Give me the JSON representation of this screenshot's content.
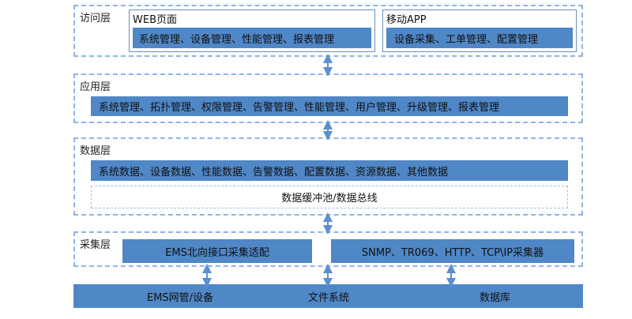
{
  "access_layer": {
    "title": "访问层",
    "web": {
      "title": "WEB页面",
      "content": "系统管理、设备管理、性能管理、报表管理"
    },
    "app": {
      "title": "移动APP",
      "content": "设备采集、工单管理、配置管理"
    }
  },
  "app_layer": {
    "title": "应用层",
    "content": "系统管理、拓扑管理、权限管理、告警管理、性能管理、用户管理、升级管理、报表管理"
  },
  "data_layer": {
    "title": "数据层",
    "content": "系统数据、设备数据、性能数据、告警数据、配置数据、资源数据、其他数据",
    "buffer": "数据缓冲池/数据总线"
  },
  "collect_layer": {
    "title": "采集层",
    "ems_adapter": "EMS北向接口采集适配",
    "protocol_collector": "SNMP、TR069、HTTP、TCP\\IP采集器"
  },
  "base": {
    "ems": "EMS网管/设备",
    "filesystem": "文件系统",
    "database": "数据库"
  },
  "colors": {
    "box_fill": "#4f87c7",
    "dashed_border": "#8eb4e3",
    "arrow": "#5b8fcf"
  }
}
